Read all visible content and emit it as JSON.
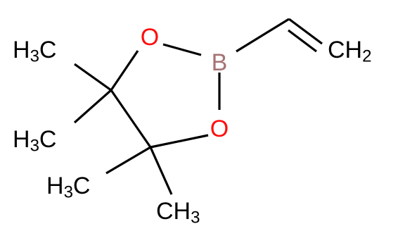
{
  "molecule": {
    "atoms": {
      "o1": {
        "symbol": "O",
        "color": "#ff0d0d"
      },
      "o2": {
        "symbol": "O",
        "color": "#ff0d0d"
      },
      "boron": {
        "symbol": "B",
        "color": "#a57373"
      },
      "methyl_top": {
        "main": "H",
        "sub": "3",
        "tail": "C",
        "color": "#000000"
      },
      "methyl_mid": {
        "main": "H",
        "sub": "3",
        "tail": "C",
        "color": "#000000"
      },
      "methyl_low": {
        "main": "H",
        "sub": "3",
        "tail": "C",
        "color": "#000000"
      },
      "methyl_bottom": {
        "main": "CH",
        "sub": "3",
        "color": "#000000"
      },
      "vinyl_end": {
        "main": "CH",
        "sub": "2",
        "color": "#000000"
      }
    }
  }
}
